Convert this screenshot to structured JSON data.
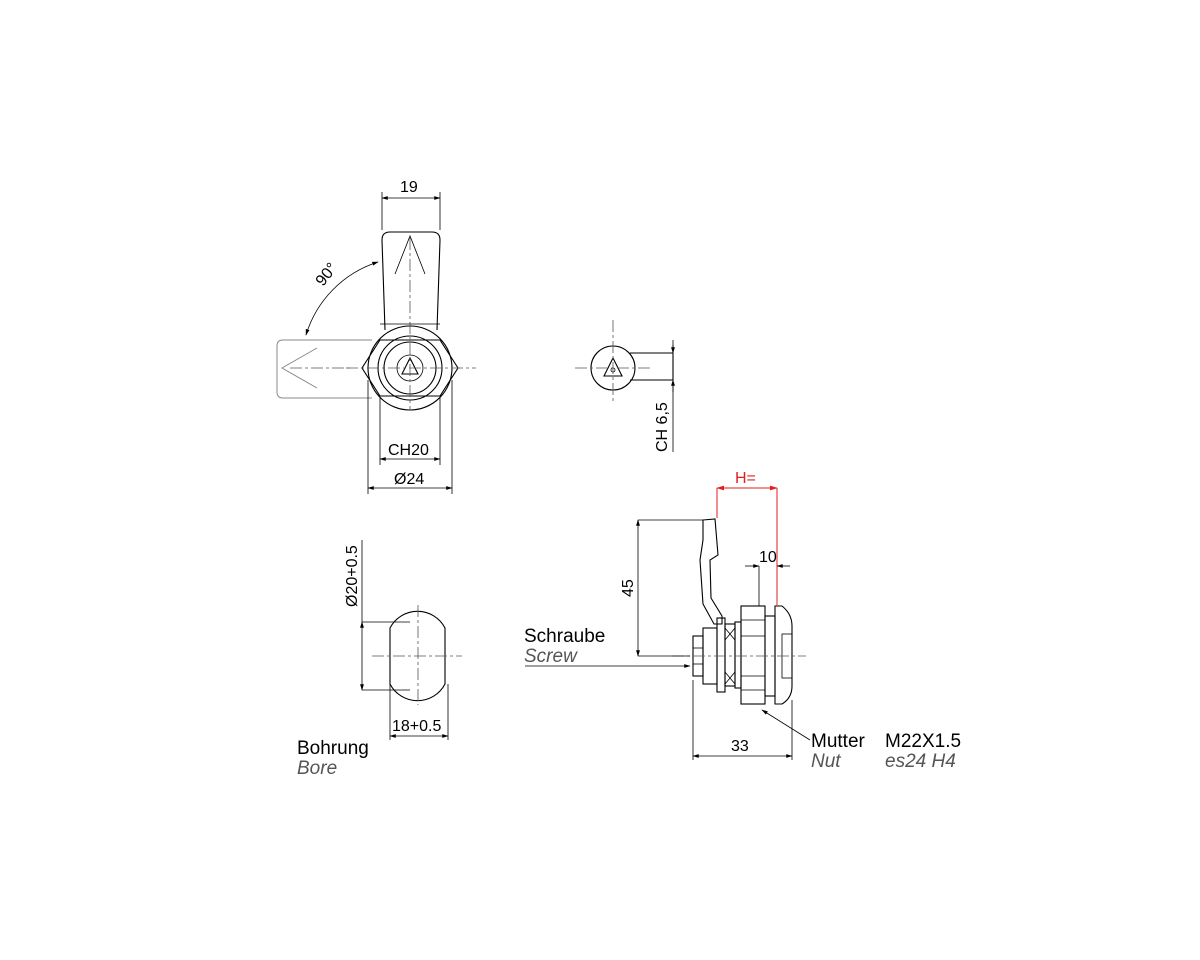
{
  "dimensions": {
    "handle_width": "19",
    "rotation_angle": "90°",
    "hex_size": "CH20",
    "outer_diameter": "Ø24",
    "triangle_key_size": "CH 6,5",
    "hole_diameter": "Ø20+0.5",
    "hole_flat": "18+0.5",
    "handle_height": "45",
    "variable_height": "H=",
    "body_offset": "10",
    "overall_length": "33"
  },
  "labels": {
    "bore_de": "Bohrung",
    "bore_en": "Bore",
    "screw_de": "Schraube",
    "screw_en": "Screw",
    "nut_de": "Mutter",
    "nut_en": "Nut",
    "thread": "M22X1.5",
    "wrench_size": "es24 H4"
  },
  "colors": {
    "line": "#000000",
    "hidden": "#8a8a8a",
    "accent_dimension": "#dd2222",
    "italic_text": "#555555"
  }
}
